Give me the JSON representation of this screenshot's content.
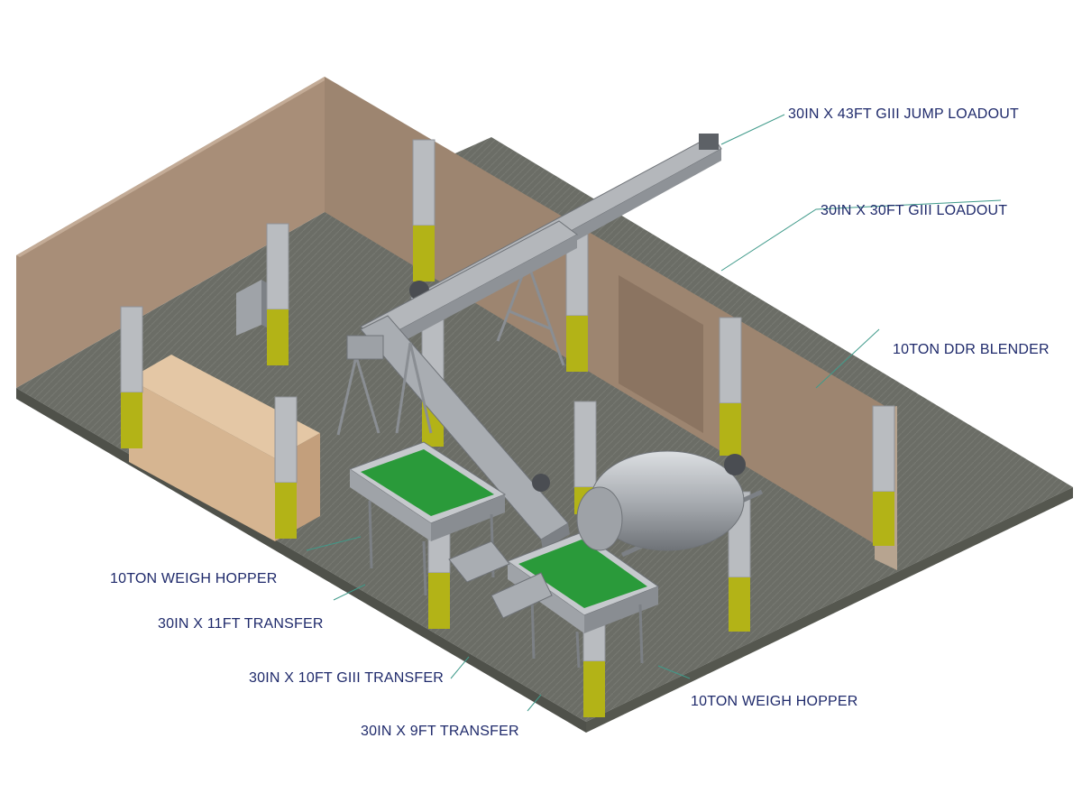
{
  "labels": {
    "jump_loadout": "30IN X 43FT GIII JUMP LOADOUT",
    "loadout": "30IN X 30FT GIII LOADOUT",
    "blender": "10TON DDR BLENDER",
    "weigh_hopper_left": "10TON WEIGH HOPPER",
    "transfer_11ft": "30IN X 11FT TRANSFER",
    "transfer_10ft": "30IN X 10FT GIII TRANSFER",
    "weigh_hopper_right": "10TON WEIGH HOPPER",
    "transfer_9ft": "30IN X 9FT TRANSFER"
  },
  "colors": {
    "floor": "#6b6d66",
    "wall": "#a88e78",
    "wall_dark": "#8c7663",
    "column": "#b9bcc0",
    "column_base": "#b3b317",
    "steel": "#a9abae",
    "hopper_bed": "#2a9a3a",
    "crate": "#d6b591",
    "label": "#1f2a6b",
    "leader": "#3f9a8a"
  }
}
